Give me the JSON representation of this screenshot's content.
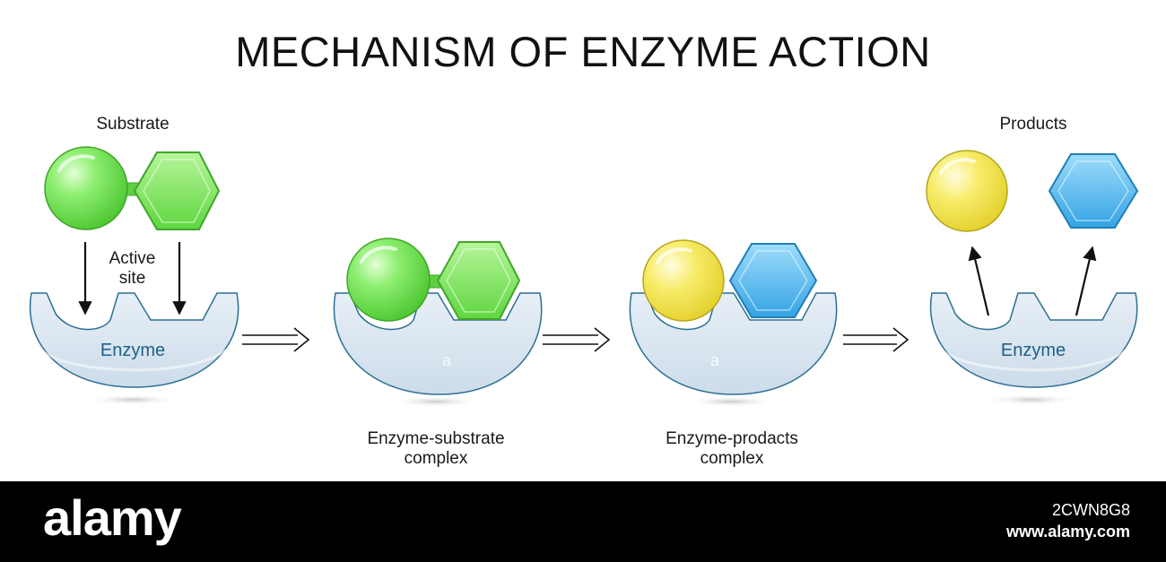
{
  "title": "MECHANISM OF ENZYME ACTION",
  "labels": {
    "substrate": "Substrate",
    "active_site_line1": "Active",
    "active_site_line2": "site",
    "enzyme_left": "Enzyme",
    "enzyme_right": "Enzyme",
    "es_complex_line1": "Enzyme-substrate",
    "es_complex_line2": "complex",
    "ep_complex_line1": "Enzyme-prodacts",
    "ep_complex_line2": "complex",
    "products": "Products"
  },
  "footer": {
    "brand": "alamy",
    "image_id": "2CWN8G8",
    "site": "www.alamy.com"
  },
  "colors": {
    "enzyme_fill": "#dde8f1",
    "enzyme_stroke": "#2b6f92",
    "green_substrate": "#72df55",
    "yellow_product": "#f3e542",
    "blue_product": "#45b2ee"
  }
}
